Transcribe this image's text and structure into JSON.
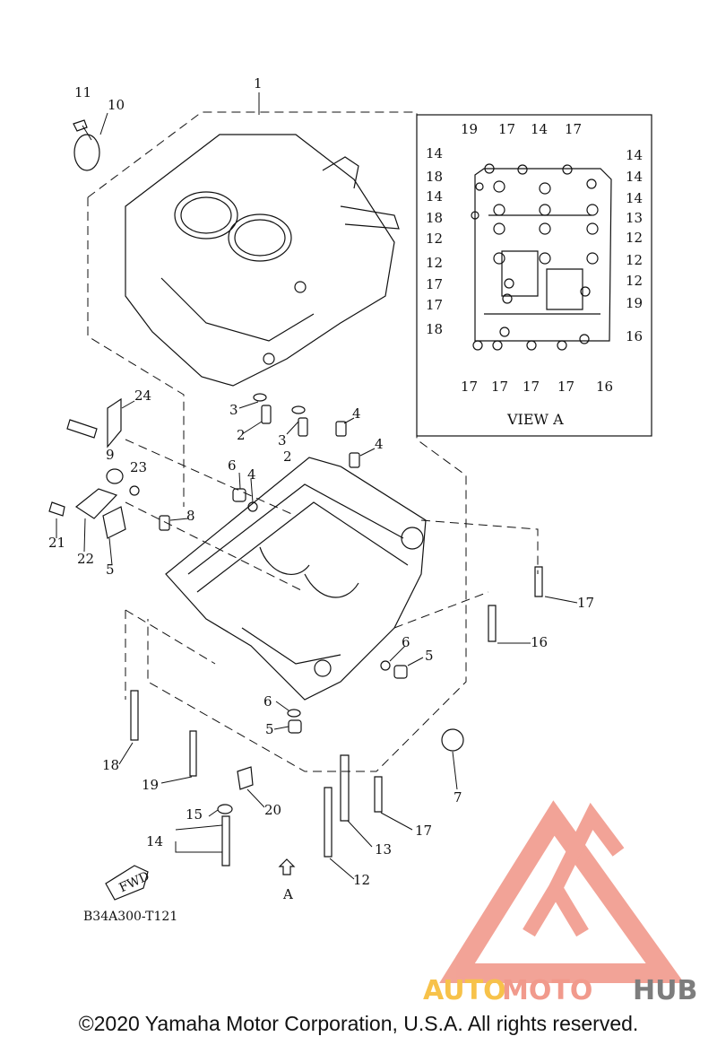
{
  "diagram": {
    "drawing_code": "B34A300-T121",
    "view_title": "VIEW A",
    "direction_label": "A",
    "fwd_label": "FWD",
    "copyright": "©2020 Yamaha Motor Corporation, U.S.A. All rights reserved.",
    "watermark": {
      "left": "AUTO",
      "middle": "MOTO",
      "right": "HUB",
      "colors": {
        "primary": "#f19a8c",
        "accent": "#f7c24a",
        "gray": "#7d7d7d"
      }
    },
    "main_labels": [
      "1",
      "11",
      "10",
      "24",
      "3",
      "2",
      "3",
      "2",
      "4",
      "4",
      "8",
      "9",
      "23",
      "21",
      "22",
      "5",
      "6",
      "4",
      "17",
      "16",
      "6",
      "5",
      "6",
      "5",
      "18",
      "19",
      "20",
      "15",
      "14",
      "13",
      "12",
      "17",
      "7"
    ],
    "view_labels": [
      "19",
      "17",
      "14",
      "17",
      "14",
      "14",
      "18",
      "14",
      "14",
      "14",
      "18",
      "12",
      "12",
      "13",
      "12",
      "12",
      "12",
      "17",
      "19",
      "17",
      "16",
      "18",
      "17",
      "17",
      "17",
      "17",
      "16"
    ]
  }
}
